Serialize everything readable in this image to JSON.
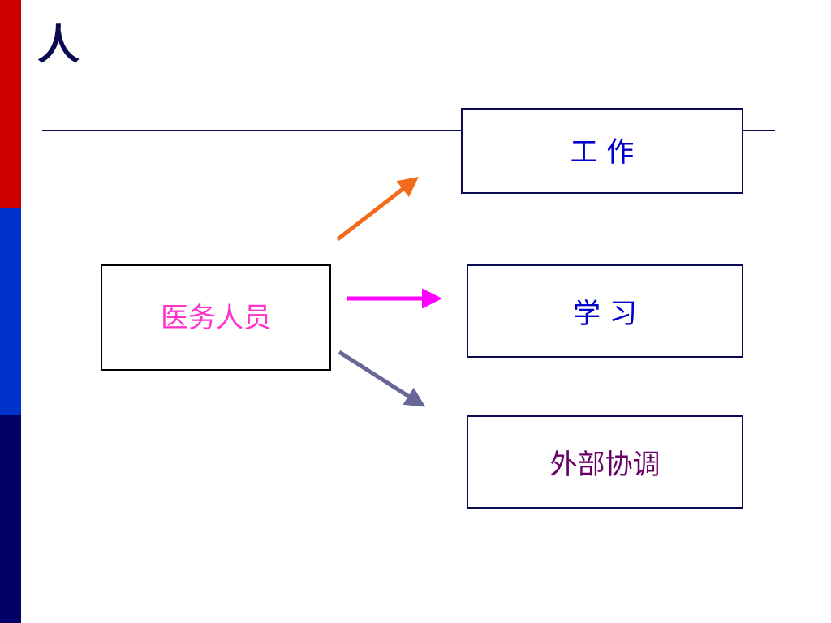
{
  "slide": {
    "title": "人",
    "title_color": "#0a0a50",
    "side_bar_colors": [
      "#cc0000",
      "#0033cc",
      "#000066"
    ]
  },
  "diagram": {
    "source": {
      "label": "医务人员",
      "text_color": "#ff33cc",
      "border_color": "#000000"
    },
    "targets": [
      {
        "id": "work",
        "label": "工 作",
        "text_color": "#0000cc",
        "border_color": "#0a0a50",
        "arrow_color": "#f26b1d"
      },
      {
        "id": "study",
        "label": "学 习",
        "text_color": "#0000cc",
        "border_color": "#0a0a50",
        "arrow_color": "#ff00ff"
      },
      {
        "id": "coordination",
        "label": "外部协调",
        "text_color": "#660066",
        "border_color": "#0a0a50",
        "arrow_color": "#666699"
      }
    ]
  }
}
